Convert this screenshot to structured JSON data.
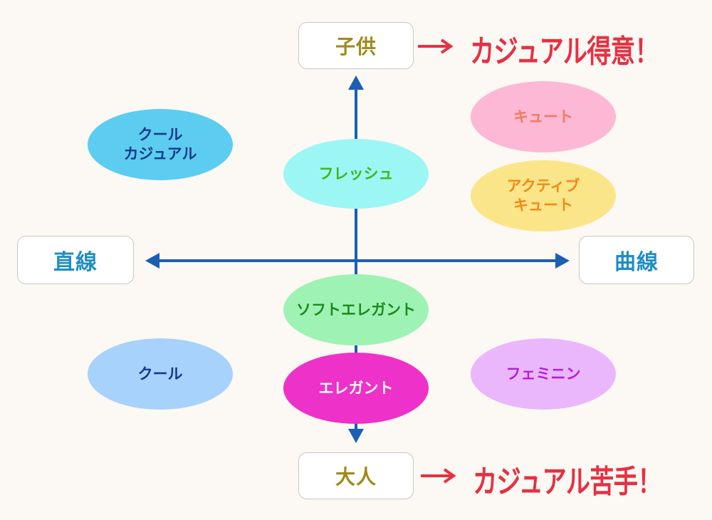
{
  "axes": {
    "top": "子供",
    "bottom": "大人",
    "left": "直線",
    "right": "曲線"
  },
  "notes": {
    "top": "カジュアル得意！",
    "bottom": "カジュアル苦手！"
  },
  "styles": {
    "cool_casual": [
      "クール",
      "カジュアル"
    ],
    "cute": "キュート",
    "fresh": "フレッシュ",
    "active_cute": [
      "アクティブ",
      "キュート"
    ],
    "soft_elegant": "ソフトエレガント",
    "cool": "クール",
    "elegant": "エレガント",
    "feminine": "フェミニン"
  },
  "colors": {
    "axis": "#1a5fb4",
    "red_arrow": "#e53142",
    "cool_casual": "#5ccdf0",
    "cute": "#fcb8d4",
    "fresh": "#9cf6f4",
    "active_cute": "#fbe589",
    "soft_elegant": "#9ef2b4",
    "cool": "#a6d2fc",
    "elegant": "#ee31c8",
    "feminine": "#ebb7fc"
  }
}
